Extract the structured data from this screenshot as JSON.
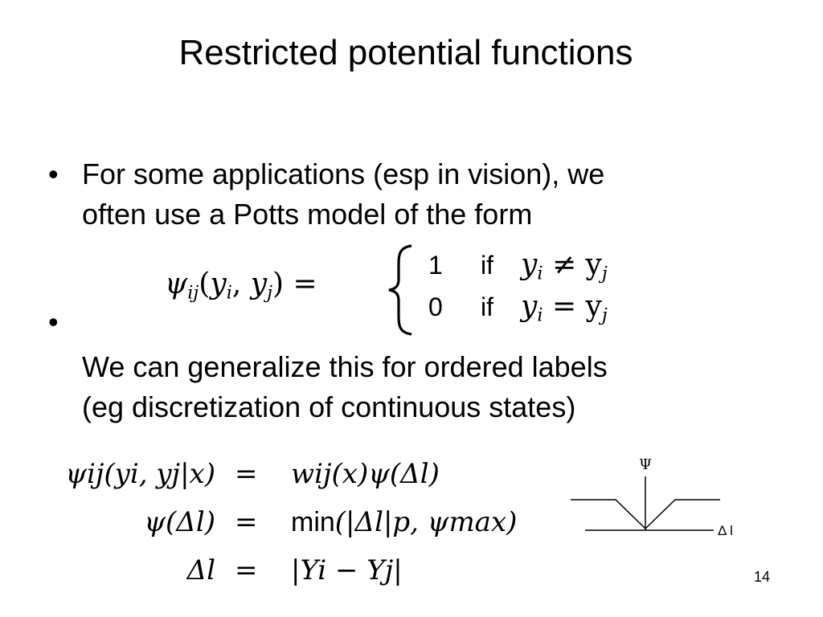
{
  "slide": {
    "title": "Restricted potential functions",
    "bullet1": {
      "line1": "For some applications (esp in vision), we",
      "line2": "often use a Potts model of the form"
    },
    "potts": {
      "lhs": "ψ",
      "lhs_sub": "ij",
      "lhs_args": "(y",
      "case1_value": "1",
      "case1_if": "if",
      "case1_cond": "y",
      "case1_rel": "≠ y",
      "case2_value": "0",
      "case2_if": "if",
      "case2_cond": "y",
      "case2_rel": "= y"
    },
    "bullet2": {
      "line1": "We can generalize this for ordered labels",
      "line2": "(eg discretization of continuous states)"
    },
    "equations": {
      "row1_lhs": "ψij(yi, yj|x)",
      "row1_eq": "=",
      "row1_rhs": "wij(x)ψ(Δl)",
      "row2_lhs": "ψ(Δl)",
      "row2_eq": "=",
      "row2_rhs_min": "min",
      "row2_rhs_rest": "(|Δl|p, ψmax)",
      "row3_lhs": "Δl",
      "row3_eq": "=",
      "row3_rhs": "|Yi − Yj|"
    },
    "diagram": {
      "y_label": "Ψ",
      "x_label": "Δ l"
    },
    "page_number": "14"
  }
}
